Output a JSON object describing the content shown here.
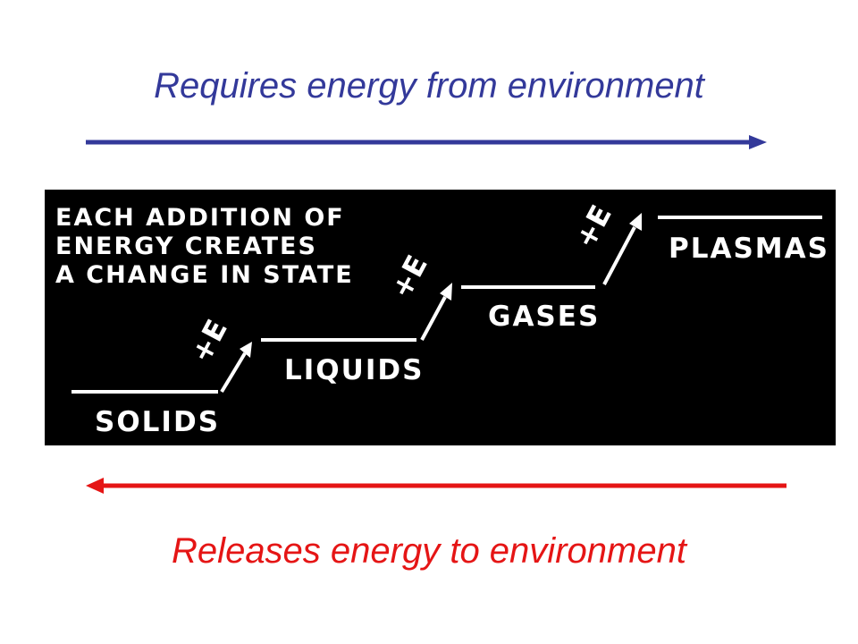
{
  "top": {
    "caption": "Requires energy from environment",
    "color": "#33399a"
  },
  "bottom": {
    "caption": "Releases energy to environment",
    "color": "#e51515"
  },
  "board": {
    "note_lines": [
      "EACH ADDITION OF",
      "ENERGY CREATES",
      "A CHANGE IN STATE"
    ],
    "states": [
      "SOLIDS",
      "LIQUIDS",
      "GASES",
      "PLASMAS"
    ],
    "energy_label": "+E"
  }
}
